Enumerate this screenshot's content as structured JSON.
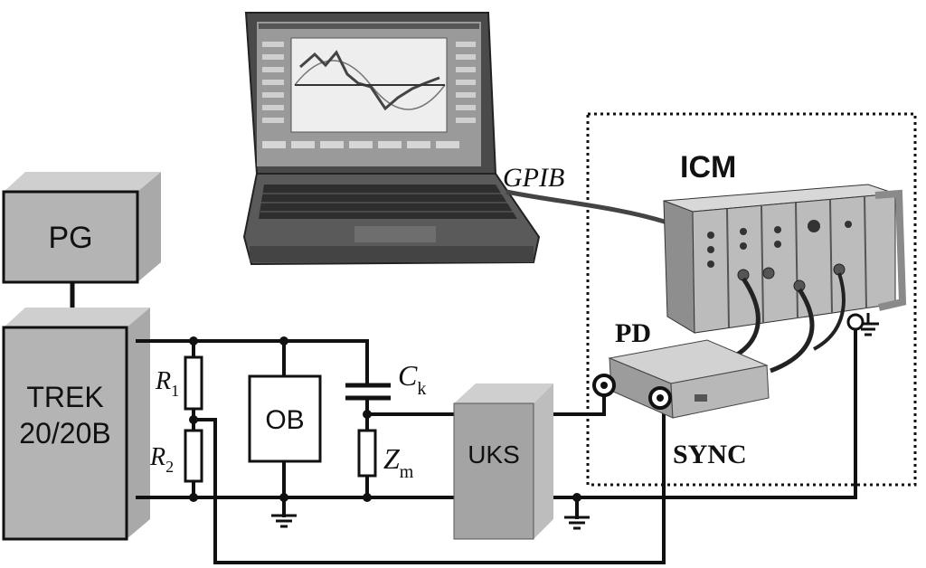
{
  "blocks": {
    "pg": "PG",
    "trek_line1": "TREK",
    "trek_line2": "20/20B",
    "ob": "OB",
    "uks": "UKS"
  },
  "components": {
    "r1_main": "R",
    "r1_sub": "1",
    "r2_main": "R",
    "r2_sub": "2",
    "ck_main": "C",
    "ck_sub": "k",
    "zm_main": "Z",
    "zm_sub": "m"
  },
  "instruments": {
    "gpib": "GPIB",
    "icm": "ICM",
    "pd": "PD",
    "sync": "SYNC"
  }
}
